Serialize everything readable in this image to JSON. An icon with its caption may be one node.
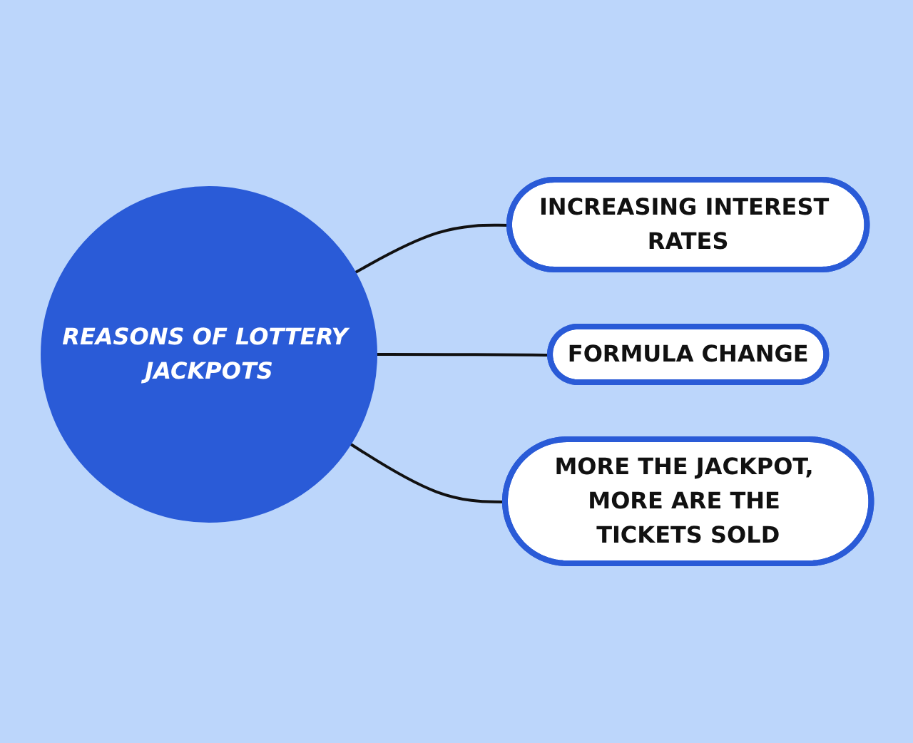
{
  "diagram": {
    "nodes": [
      {
        "text": [
          "REASONS OF LOTTERY JACKPOTS"
        ]
      },
      {
        "text": [
          "INCREASING INTEREST RATES"
        ]
      },
      {
        "text": [
          "FORMULA CHANGE"
        ]
      },
      {
        "text": [
          "MORE THE JACKPOT, MORE ARE THE TICKETS SOLD"
        ]
      }
    ],
    "edges": [
      {
        "from": 0,
        "to": 1,
        "arrow": "none"
      },
      {
        "from": 0,
        "to": 2,
        "arrow": "none"
      },
      {
        "from": 0,
        "to": 3,
        "arrow": "none"
      }
    ]
  }
}
